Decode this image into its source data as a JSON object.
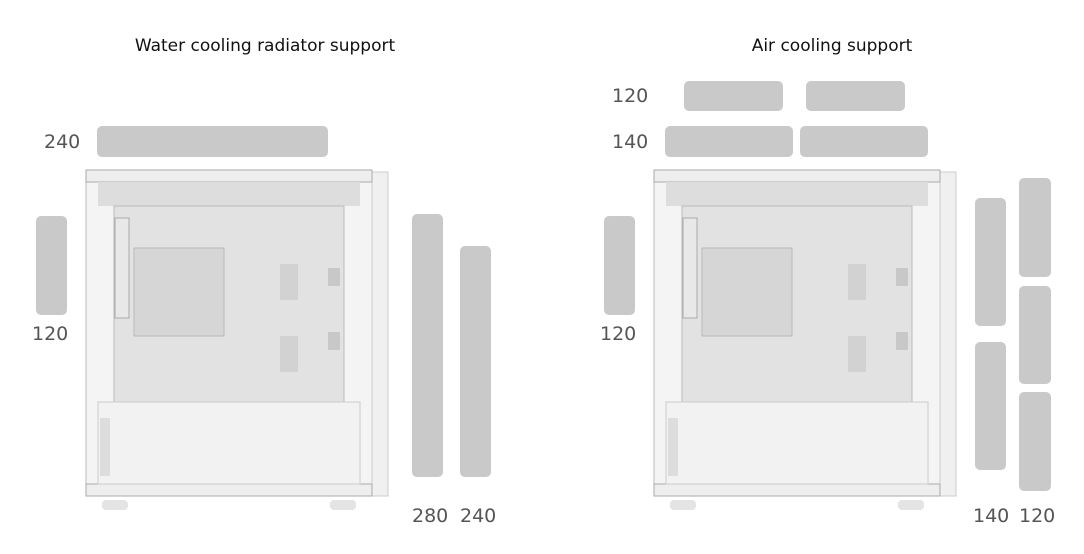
{
  "water": {
    "title": "Water cooling radiator support",
    "top_label": "240",
    "front_label": "120",
    "rear_label_1": "280",
    "rear_label_2": "240"
  },
  "air": {
    "title": "Air cooling support",
    "top_label_1": "120",
    "top_label_2": "140",
    "front_label": "120",
    "side_label_1": "140",
    "side_label_2": "120"
  },
  "colors": {
    "bar": "#c9c9c9",
    "label": "#555555"
  }
}
